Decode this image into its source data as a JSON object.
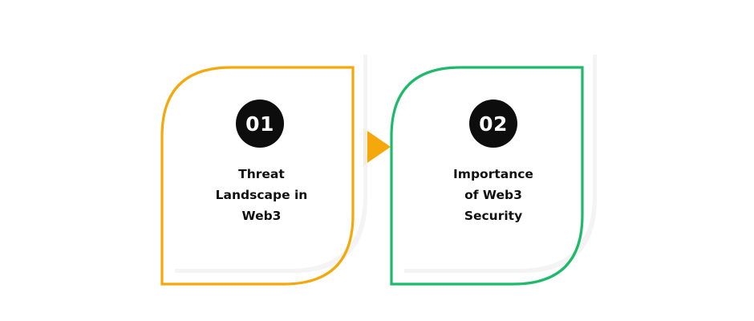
{
  "diagram": {
    "header_text": "",
    "steps": [
      {
        "number": "01",
        "lines": [
          "Threat",
          "Landscape in",
          "Web3"
        ],
        "color": "#F5A80B"
      },
      {
        "number": "02",
        "lines": [
          "Importance",
          "of Web3",
          "Security"
        ],
        "color": "#1DBA6B"
      }
    ],
    "arrow_color": "#F5A80B"
  }
}
